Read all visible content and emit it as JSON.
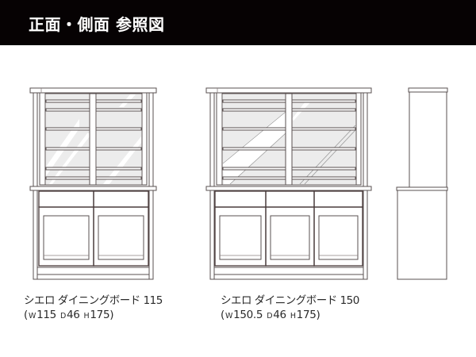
{
  "header": {
    "title": "正面・側面 参照図"
  },
  "products": [
    {
      "name": "シエロ ダイニングボード 115",
      "dims": {
        "open": "(",
        "w_label": "W",
        "w_value": "115",
        "d_label": "D",
        "d_value": "46",
        "h_label": "H",
        "h_value": "175",
        "close": ")"
      }
    },
    {
      "name": "シエロ ダイニングボード 150",
      "dims": {
        "open": "(",
        "w_label": "W",
        "w_value": "150.5",
        "d_label": "D",
        "d_value": "46",
        "h_label": "H",
        "h_value": "175",
        "close": ")"
      }
    }
  ],
  "views": {
    "front_115": "front-view-115",
    "front_150": "front-view-150",
    "side": "side-view"
  },
  "colors": {
    "header_bg": "#060203",
    "line": "#5a5050",
    "glass": "#eeeeee",
    "text": "#2a2a2a"
  }
}
